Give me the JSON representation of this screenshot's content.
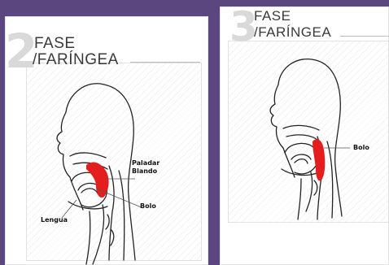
{
  "panels": [
    {
      "number": "2",
      "title_line1": "FASE",
      "title_line2": "/FARÍNGEA",
      "labels": {
        "paladar_line1": "Paladar",
        "paladar_line2": "Blando",
        "bolo": "Bolo",
        "lengua": "Lengua"
      }
    },
    {
      "number": "3",
      "title_line1": "FASE",
      "title_line2": "/FARÍNGEA",
      "labels": {
        "bolo": "Bolo"
      }
    }
  ],
  "colors": {
    "background": "#5b4680",
    "bolus": "#e41e1e",
    "outline": "#222222",
    "number": "#d9d9d9"
  }
}
